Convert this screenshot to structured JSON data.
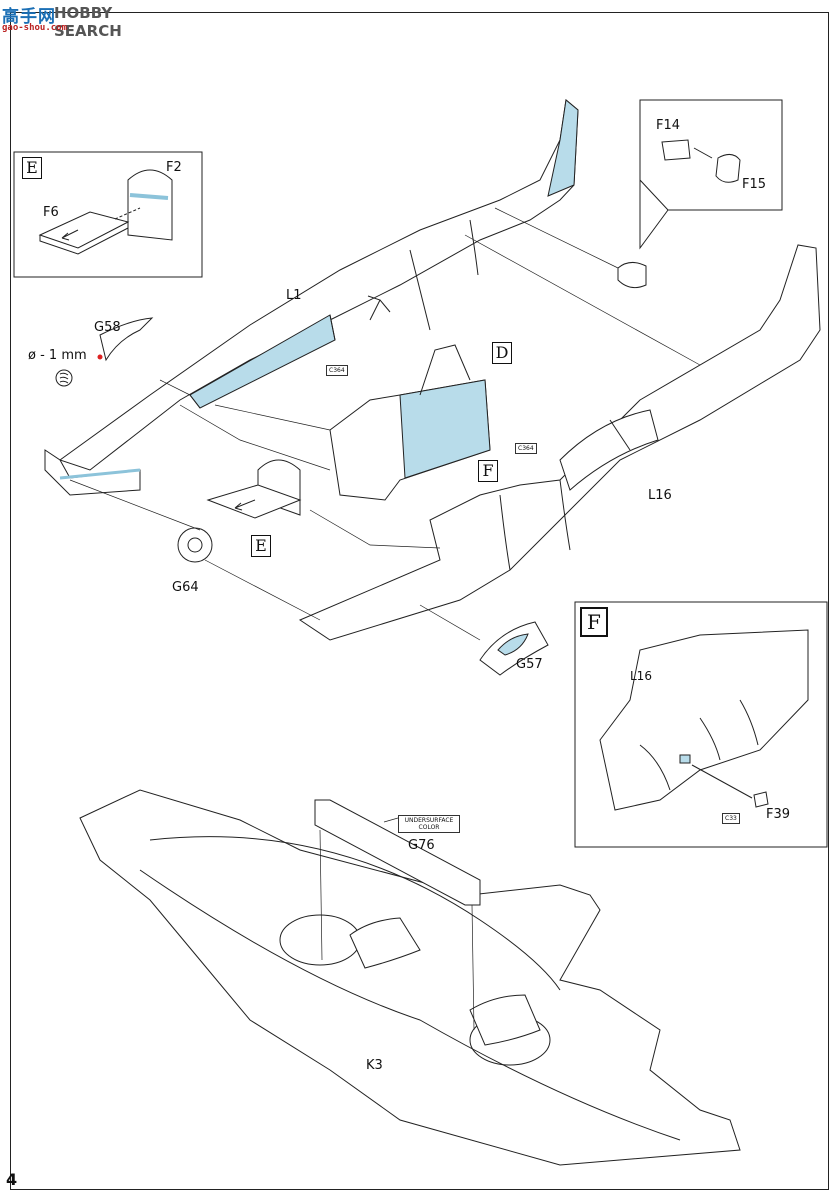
{
  "watermark": {
    "logo": "高手网",
    "brand": "HOBBY SEARCH",
    "url": "gao-shou.com"
  },
  "page_number": "4",
  "labels": {
    "L1": "L1",
    "L16_main": "L16",
    "G58": "G58",
    "drill": "ø - 1 mm",
    "G64": "G64",
    "G57": "G57",
    "F14": "F14",
    "F15": "F15",
    "G76": "G76",
    "K3": "K3",
    "F2": "F2",
    "F6": "F6",
    "L16_detail": "L16",
    "F39": "F39"
  },
  "step_markers": {
    "E_box": "E",
    "E_part": "E",
    "D": "D",
    "F_part": "F",
    "F_box": "F"
  },
  "color_tags": {
    "c364_a": "C364",
    "c364_b": "C364",
    "c33": "C33"
  },
  "undersurface_note": "UNDERSURFACE COLOR",
  "colors": {
    "paint_highlight": "#b8dcea",
    "line": "#222222"
  },
  "icons": {
    "drill": "drill-icon"
  }
}
